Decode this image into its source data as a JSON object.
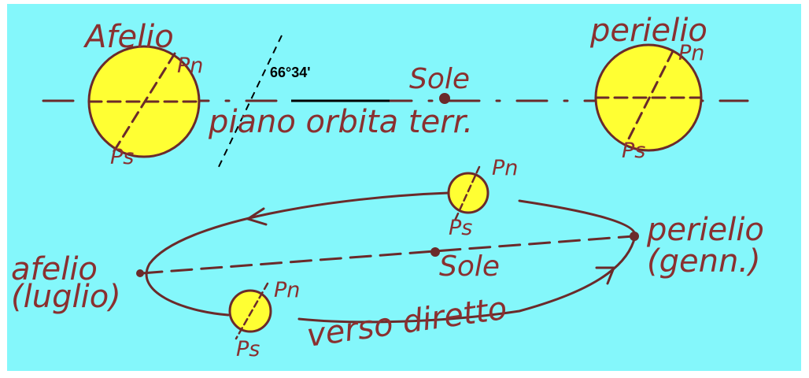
{
  "top": {
    "aphelion_label": "Afelio",
    "perihelion_label": "perielio",
    "sun_label": "Sole",
    "plane_label": "piano orbita terr.",
    "angle_label": "66°34'",
    "north_pole": "Pn",
    "south_pole": "Ps"
  },
  "orbit": {
    "aphelion_label": "afelio",
    "aphelion_month": "(luglio)",
    "perihelion_label": "perielio",
    "perihelion_month": "(genn.)",
    "sun_label": "Sole",
    "direction_label": "verso diretto",
    "north_pole": "Pn",
    "south_pole": "Ps"
  },
  "colors": {
    "background": "#84f7fb",
    "earth": "#ffff33",
    "ink": "#6b2a2a"
  }
}
